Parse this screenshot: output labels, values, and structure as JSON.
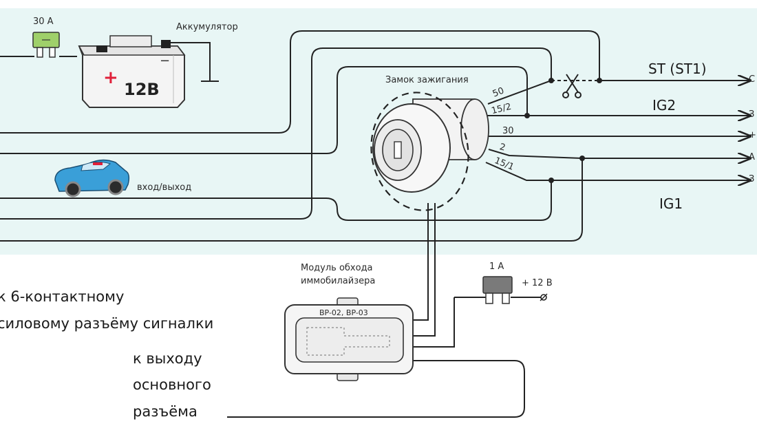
{
  "labels": {
    "fuse_main": "30 А",
    "accumulator": "Аккумулятор",
    "battery_voltage": "12В",
    "battery_plus": "+",
    "battery_minus": "−",
    "ignition_switch": "Замок зажигания",
    "car_io": "вход/выход",
    "module_title_line1": "Модуль обхода",
    "module_title_line2": "иммобилайзера",
    "module_model": "BP-02, BP-03",
    "fuse_small": "1 А",
    "plus12": "+ 12 В",
    "note_left_line1": "к 6-контактному",
    "note_left_line2": "силовому разъёму сигналки",
    "note_out_line1": "к выходу",
    "note_out_line2": "основного",
    "note_out_line3": "разъёма"
  },
  "pins": [
    "50",
    "15/2",
    "30",
    "2",
    "15/1"
  ],
  "outputs": [
    "ST (ST1)",
    "IG2",
    "IG1"
  ],
  "output_arrow_tails": [
    "С",
    "З",
    "+",
    "А",
    "З"
  ]
}
